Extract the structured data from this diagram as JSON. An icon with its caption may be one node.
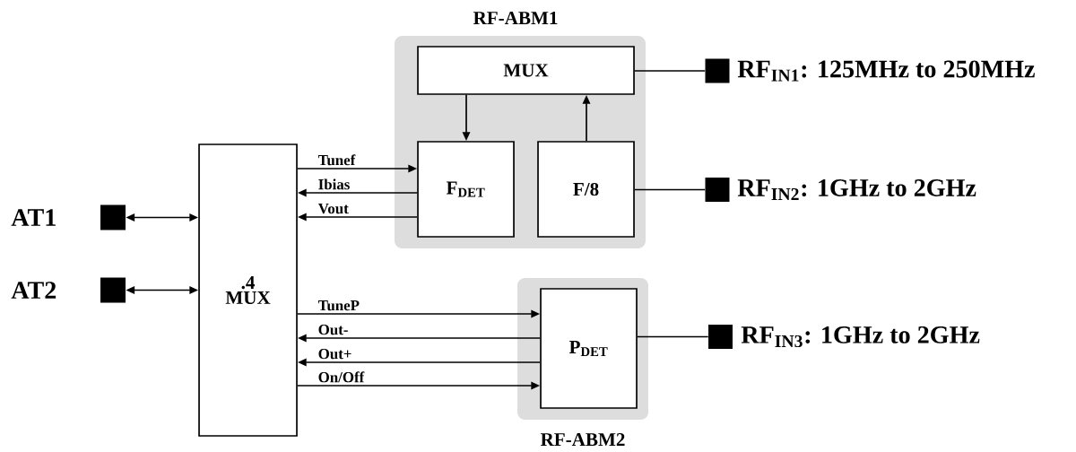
{
  "diagram": {
    "nodes": [
      {
        "text": [
          "RF-ABM1"
        ]
      },
      {
        "text": [
          "MUX"
        ],
        "in": 0
      },
      {
        "text": [
          "F$_{DET}$"
        ],
        "in": 0
      },
      {
        "text": [
          "F/8"
        ],
        "in": 0
      },
      {
        "text": [
          "RF-ABM2"
        ]
      },
      {
        "text": [
          "P$_{DET}$"
        ],
        "in": 4
      },
      {
        "text": [
          ".4 MUX"
        ]
      },
      {
        "text": [],
        "shape": "box",
        "beside": [
          "AT1"
        ]
      },
      {
        "text": [],
        "shape": "box",
        "beside": [
          "AT2"
        ]
      },
      {
        "text": [],
        "shape": "box",
        "beside": [
          "RF$_{IN1}$: 125MHz to 250MHz"
        ]
      },
      {
        "text": [],
        "shape": "box",
        "beside": [
          "RF$_{IN2}$: 1GHz to 2GHz"
        ]
      },
      {
        "text": [],
        "shape": "box",
        "beside": [
          "RF$_{IN3}$: 1GHz to 2GHz"
        ]
      }
    ],
    "edges": [
      {
        "from": 7,
        "to": 6,
        "arrow": "both"
      },
      {
        "from": 8,
        "to": 6,
        "arrow": "both"
      },
      {
        "from": 6,
        "to": 2,
        "arrow": "to",
        "label": "Tunef"
      },
      {
        "from": 2,
        "to": 6,
        "arrow": "to",
        "label": "Ibias"
      },
      {
        "from": 2,
        "to": 6,
        "arrow": "to",
        "label": "Vout"
      },
      {
        "from": 1,
        "to": 2,
        "arrow": "to"
      },
      {
        "from": 3,
        "to": 1,
        "arrow": "to"
      },
      {
        "from": 1,
        "to": 9,
        "arrow": "none"
      },
      {
        "from": 3,
        "to": 10,
        "arrow": "none"
      },
      {
        "from": 6,
        "to": 5,
        "arrow": "to",
        "label": "TuneP"
      },
      {
        "from": 5,
        "to": 6,
        "arrow": "to",
        "label": "Out-"
      },
      {
        "from": 5,
        "to": 6,
        "arrow": "to",
        "label": "Out+"
      },
      {
        "from": 6,
        "to": 5,
        "arrow": "to",
        "label": "On/Off"
      },
      {
        "from": 5,
        "to": 11,
        "arrow": "none"
      }
    ]
  }
}
